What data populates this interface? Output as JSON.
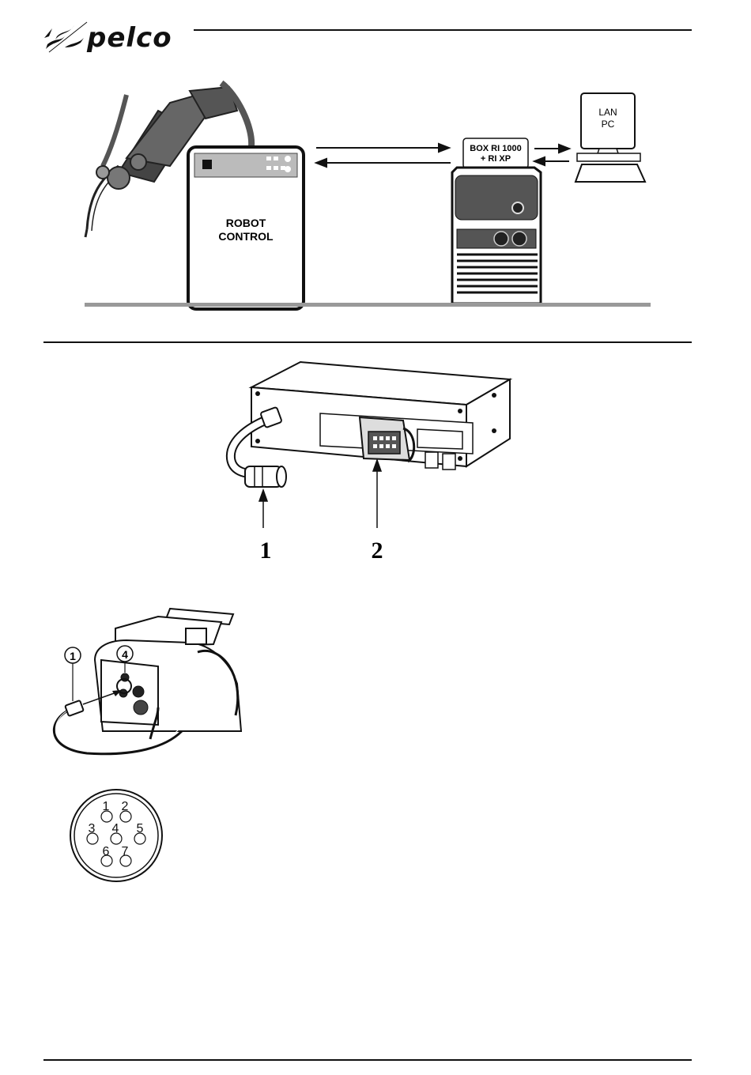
{
  "header": {
    "logo_text": "pelco"
  },
  "diagram": {
    "robot_control_label_1": "ROBOT",
    "robot_control_label_2": "CONTROL",
    "box_label_1": "BOX RI 1000",
    "box_label_2": "+ RI XP",
    "pc_label_1": "LAN",
    "pc_label_2": "PC"
  },
  "box_figure": {
    "callout_1": "1",
    "callout_2": "2"
  },
  "feeder_figure": {
    "callout_1": "1",
    "callout_4": "4"
  },
  "pin_diagram": {
    "pins": [
      "1",
      "2",
      "3",
      "4",
      "5",
      "6",
      "7"
    ]
  }
}
